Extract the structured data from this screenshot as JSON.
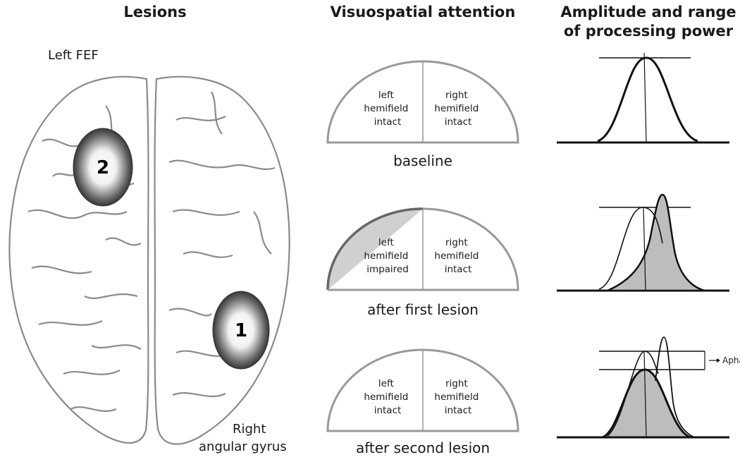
{
  "headings": {
    "lesions": "Lesions",
    "visuospatial": "Visuospatial attention",
    "amplitude_line1": "Amplitude and range",
    "amplitude_line2": "of processing power"
  },
  "brain": {
    "label_top": "Left FEF",
    "label_bottom_line1": "Right",
    "label_bottom_line2": "angular gyrus",
    "lesion_1": "1",
    "lesion_2": "2"
  },
  "hemifields": [
    {
      "caption": "baseline",
      "left": [
        "left",
        "hemifield",
        "intact"
      ],
      "right": [
        "right",
        "hemifield",
        "intact"
      ],
      "left_impaired": false
    },
    {
      "caption": "after first lesion",
      "left": [
        "left",
        "hemifield",
        "impaired"
      ],
      "right": [
        "right",
        "hemifield",
        "intact"
      ],
      "left_impaired": true
    },
    {
      "caption": "after second lesion",
      "left": [
        "left",
        "hemifield",
        "intact"
      ],
      "right": [
        "right",
        "hemifield",
        "intact"
      ],
      "left_impaired": false
    }
  ],
  "curves": {
    "aphasia_label": "Aphasia"
  },
  "colors": {
    "outline_gray": "#999999",
    "impaired_fill": "#d0d0d0",
    "curve_fill": "#bdbdbd",
    "brain_stroke": "#8a8a8a"
  }
}
